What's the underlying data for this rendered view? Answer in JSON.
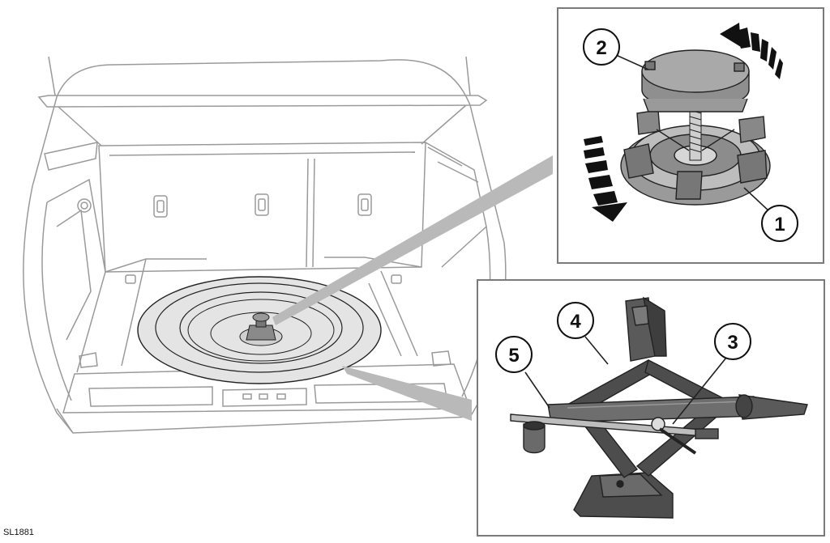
{
  "reference_code": "SL1881",
  "callouts": [
    {
      "label": "1",
      "name": "spare-wheel-clamp-base"
    },
    {
      "label": "2",
      "name": "spare-wheel-retaining-knob"
    },
    {
      "label": "3",
      "name": "jack-handle"
    },
    {
      "label": "4",
      "name": "jack-scissor-arm"
    },
    {
      "label": "5",
      "name": "wheel-brace"
    }
  ],
  "colors": {
    "line": "#9a9a9a",
    "dark_line": "#222222",
    "panel_border": "#7a7a7a",
    "wheel_fill": "#e4e4e4",
    "leader_wedge": "#b9b9b9",
    "jack_body": "#4d4d4d",
    "knob_fill": "#a9a9a9"
  }
}
